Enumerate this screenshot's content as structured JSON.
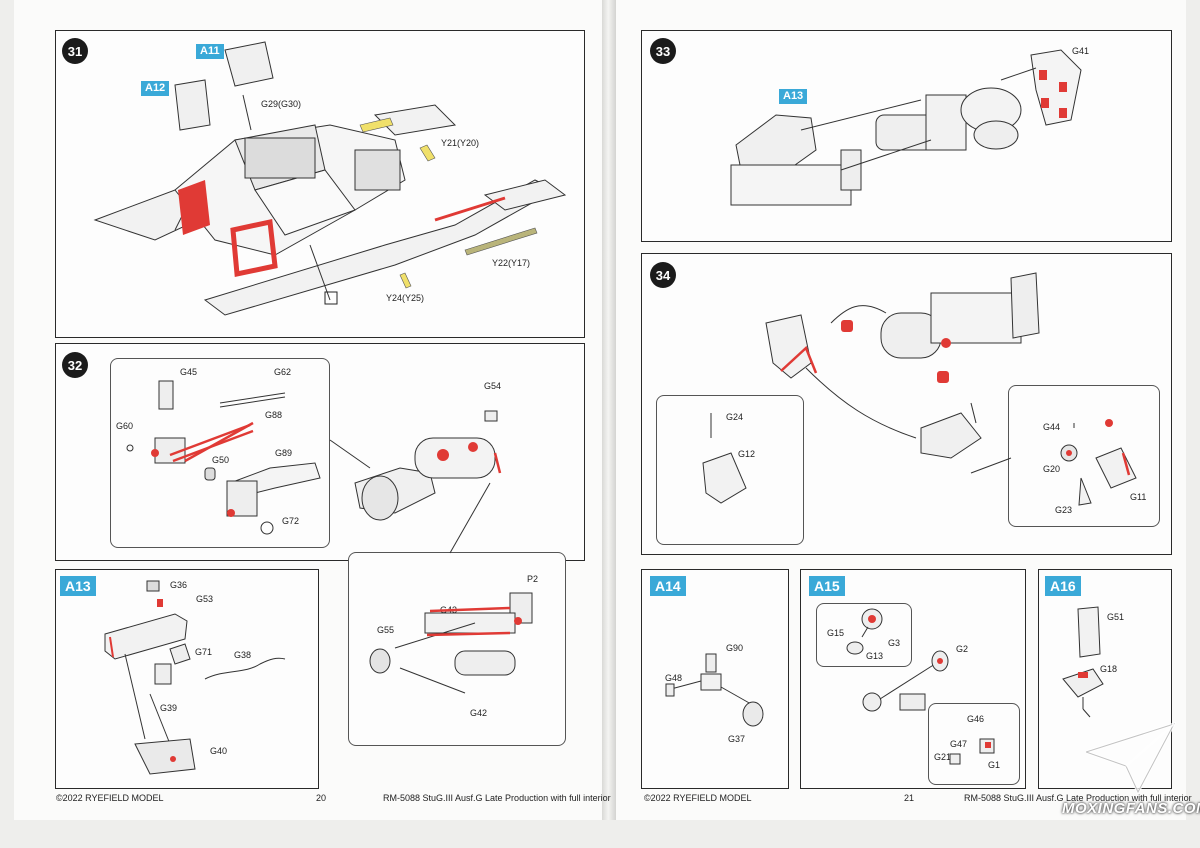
{
  "steps": {
    "s31": {
      "number": "31",
      "tags": [
        "A11",
        "A12"
      ],
      "labels": [
        "G29(G30)",
        "Y21(Y20)",
        "Y22(Y17)",
        "Y24(Y25)"
      ]
    },
    "s32": {
      "number": "32",
      "labels": [
        "G45",
        "G62",
        "G88",
        "G60",
        "G50",
        "G89",
        "G72",
        "G54",
        "P2",
        "G55",
        "G43",
        "G42"
      ]
    },
    "s33": {
      "number": "33",
      "tags": [
        "A13"
      ],
      "labels": [
        "G41"
      ]
    },
    "s34": {
      "number": "34",
      "labels": [
        "G24",
        "G12",
        "G44",
        "G20",
        "G11",
        "G23"
      ]
    },
    "a13": {
      "tag": "A13",
      "labels": [
        "G36",
        "G53",
        "G71",
        "G38",
        "G39",
        "G40"
      ]
    },
    "a14": {
      "tag": "A14",
      "labels": [
        "G90",
        "G48",
        "G37"
      ]
    },
    "a15": {
      "tag": "A15",
      "labels": [
        "G15",
        "G3",
        "G13",
        "G2",
        "G46",
        "G47",
        "G21",
        "G1"
      ]
    },
    "a16": {
      "tag": "A16",
      "labels": [
        "G51",
        "G18"
      ]
    }
  },
  "footer_left": {
    "copyright": "©2022 RYEFIELD MODEL",
    "page": "20",
    "title": "RM-5088 StuG.III Ausf.G Late Production with full interior"
  },
  "footer_right": {
    "copyright": "©2022 RYEFIELD MODEL",
    "page": "21",
    "title": "RM-5088 StuG.III Ausf.G Late Production with full interior"
  },
  "watermark": "MOXINGFANS.COM",
  "colors": {
    "accent_red": "#e03a35",
    "tag_blue": "#3aa9d8",
    "yellow_part": "#f0e06a"
  }
}
